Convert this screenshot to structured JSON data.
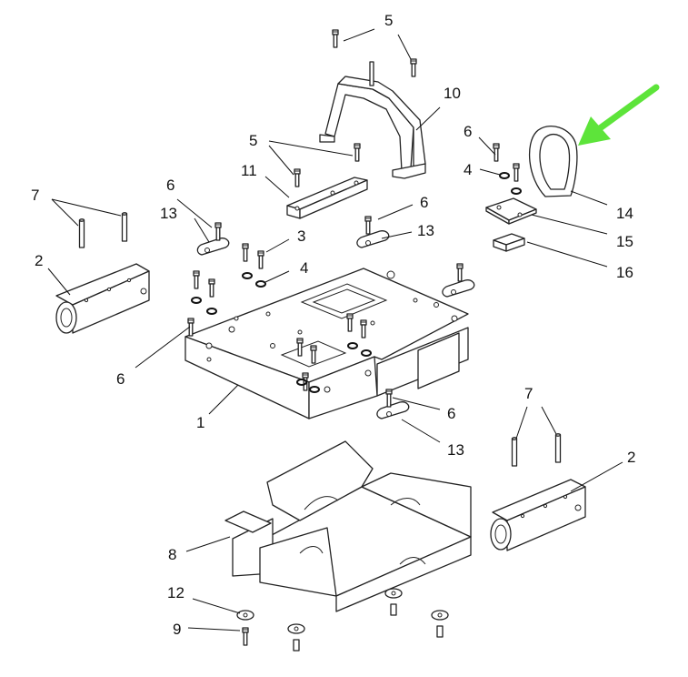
{
  "callouts": {
    "c1": "1",
    "c2a": "2",
    "c2b": "2",
    "c3": "3",
    "c4a": "4",
    "c4b": "4",
    "c5a": "5",
    "c5b": "5",
    "c6a": "6",
    "c6b": "6",
    "c6c": "6",
    "c6d": "6",
    "c6e": "6",
    "c7a": "7",
    "c7b": "7",
    "c8": "8",
    "c9": "9",
    "c10": "10",
    "c11": "11",
    "c12": "12",
    "c13a": "13",
    "c13b": "13",
    "c13c": "13",
    "c14": "14",
    "c15": "15",
    "c16": "16"
  },
  "colors": {
    "highlight_arrow": "#5de43a",
    "line": "#222222",
    "background": "#ffffff"
  },
  "icons": {
    "pointer": "green-pointer-arrow-icon"
  }
}
